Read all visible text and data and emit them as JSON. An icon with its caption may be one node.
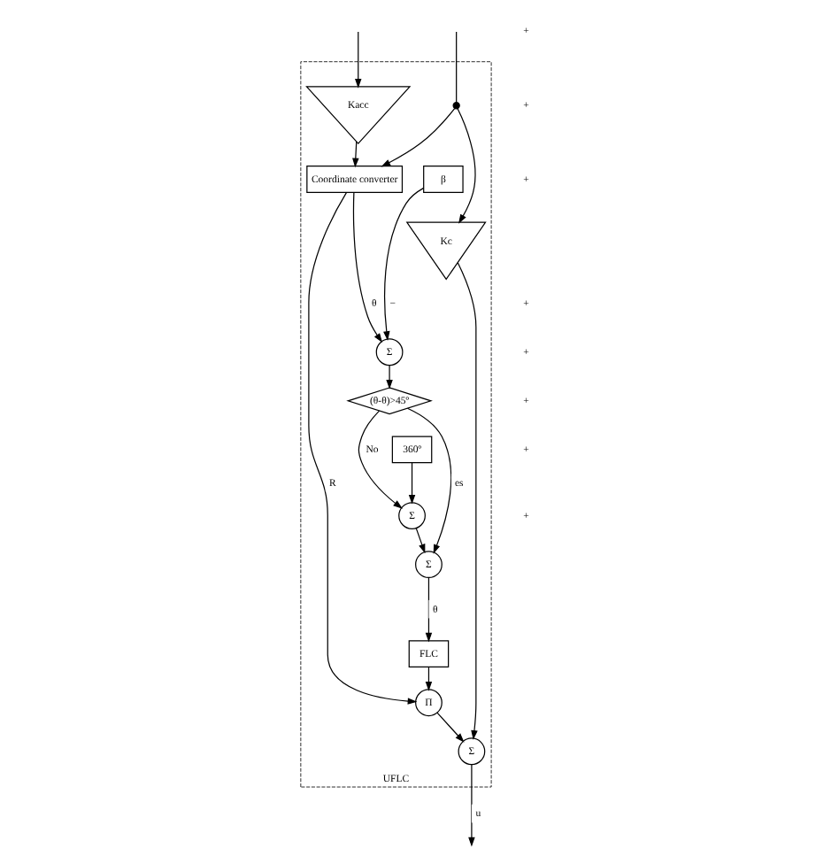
{
  "diagram": {
    "nodes": [
      {
        "text": [
          "UFLC"
        ]
      },
      {
        "text": [
          "Kacc"
        ],
        "in": 0
      },
      {
        "text": [
          "β"
        ],
        "in": 0
      },
      {
        "text": [],
        "shape": "circle",
        "in": 0
      },
      {
        "text": [
          "Coordinate converter"
        ],
        "in": 0
      },
      {
        "text": [
          "Σ"
        ],
        "in": 0
      },
      {
        "text": [
          "(θ-θ)>45º"
        ],
        "in": 0
      },
      {
        "text": [
          "360º"
        ],
        "in": 0
      },
      {
        "text": [
          "Kc"
        ],
        "in": 0
      },
      {
        "text": [
          "Π"
        ],
        "in": 0
      },
      {
        "text": [
          "Σ"
        ],
        "in": 0
      },
      {
        "text": [
          "Σ"
        ],
        "in": 0
      },
      {
        "text": [
          "FLC"
        ],
        "in": 0
      },
      {
        "text": [
          "Σ"
        ],
        "in": 0
      }
    ],
    "edges": [
      {
        "from": null,
        "to": 1,
        "arrow": "to"
      },
      {
        "from": null,
        "to": 3,
        "arrow": "none"
      },
      {
        "from": 3,
        "to": 4,
        "arrow": "to"
      },
      {
        "from": 3,
        "to": 8,
        "arrow": "to"
      },
      {
        "from": 1,
        "to": 4,
        "arrow": "to"
      },
      {
        "from": 4,
        "to": 5,
        "label": "θ",
        "arrow": "to"
      },
      {
        "from": 2,
        "to": 5,
        "label": "−",
        "arrow": "to"
      },
      {
        "from": 5,
        "to": 6,
        "arrow": "to"
      },
      {
        "from": 6,
        "to": 10,
        "label": "No",
        "arrow": "to"
      },
      {
        "from": 6,
        "to": 11,
        "label": "es",
        "arrow": "to"
      },
      {
        "from": 7,
        "to": 10,
        "arrow": "to"
      },
      {
        "from": 10,
        "to": 11,
        "arrow": "to"
      },
      {
        "from": 11,
        "to": 12,
        "label": "θ",
        "arrow": "to"
      },
      {
        "from": 4,
        "to": 9,
        "label": "R",
        "arrow": "to"
      },
      {
        "from": 12,
        "to": 9,
        "arrow": "to"
      },
      {
        "from": 9,
        "to": 13,
        "arrow": "to"
      },
      {
        "from": 8,
        "to": 13,
        "arrow": "to"
      },
      {
        "from": 13,
        "to": null,
        "label": "u",
        "arrow": "to"
      }
    ],
    "labels": [
      "+",
      "+",
      "+",
      "+",
      "+",
      "+",
      "+",
      "+"
    ]
  }
}
